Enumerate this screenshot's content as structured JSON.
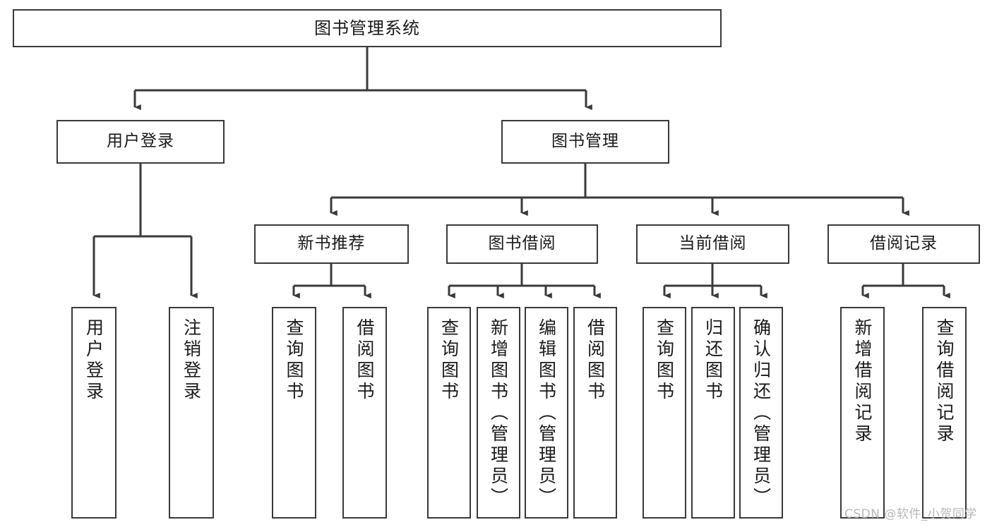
{
  "diagram": {
    "kind": "tree-hierarchy-chart",
    "title": "图书管理系统",
    "watermark": "CSDN @软件_小贺同学",
    "colors": {
      "border": "#3a3a3a",
      "background": "#ffffff",
      "text": "#1a1a1a",
      "watermark": "#b8b8b8"
    },
    "nodes": {
      "root": {
        "label": "图书管理系统"
      },
      "level2": [
        {
          "id": "user-login",
          "label": "用户登录"
        },
        {
          "id": "book-manage",
          "label": "图书管理"
        }
      ],
      "level3": [
        {
          "id": "new-book-recommend",
          "label": "新书推荐"
        },
        {
          "id": "book-borrow",
          "label": "图书借阅"
        },
        {
          "id": "current-borrow",
          "label": "当前借阅"
        },
        {
          "id": "borrow-record",
          "label": "借阅记录"
        }
      ],
      "leaves": {
        "user_login": [
          {
            "id": "leaf-user-login",
            "label": "用户登录"
          },
          {
            "id": "leaf-logout-login",
            "label": "注销登录"
          }
        ],
        "new_book_recommend": [
          {
            "id": "leaf-query-book-1",
            "label": "查询图书"
          },
          {
            "id": "leaf-borrow-book-1",
            "label": "借阅图书"
          }
        ],
        "book_borrow": [
          {
            "id": "leaf-query-book-2",
            "label": "查询图书"
          },
          {
            "id": "leaf-add-book",
            "label": "新增图书（管理员）"
          },
          {
            "id": "leaf-edit-book",
            "label": "编辑图书（管理员）"
          },
          {
            "id": "leaf-borrow-book-2",
            "label": "借阅图书"
          }
        ],
        "current_borrow": [
          {
            "id": "leaf-query-book-3",
            "label": "查询图书"
          },
          {
            "id": "leaf-return-book",
            "label": "归还图书"
          },
          {
            "id": "leaf-confirm-return",
            "label": "确认归还（管理员）"
          }
        ],
        "borrow_record": [
          {
            "id": "leaf-add-record",
            "label": "新增借阅记录"
          },
          {
            "id": "leaf-query-record",
            "label": "查询借阅记录"
          }
        ]
      }
    }
  }
}
